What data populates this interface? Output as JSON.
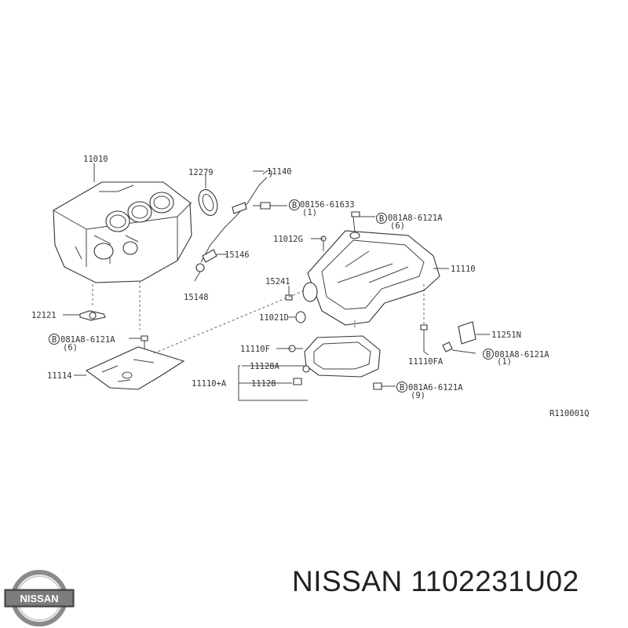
{
  "labels": {
    "block": "11010",
    "seal": "12279",
    "gauge": "11140",
    "bolt_a": "08156-61633",
    "bolt_a_qty": "(1)",
    "bolt_b": "081A8-6121A",
    "bolt_b_qty": "(6)",
    "plug_a": "11012G",
    "guide": "15146",
    "oring": "15148",
    "upper_pan": "11110",
    "gasket_part": "15241",
    "washer": "11021D",
    "mount": "12121",
    "bolt_c": "081A8-6121A",
    "bolt_c_qty": "(6)",
    "bolt_d": "11110F",
    "cover": "11114",
    "drain_a": "11128A",
    "lower_pan": "11110+A",
    "drain_plug": "11128",
    "bolt_e": "11110FA",
    "bolt_f": "081A8-6121A",
    "bolt_f_qty": "(1)",
    "strainer": "11251N",
    "bolt_g": "081A6-6121A",
    "bolt_g_qty": "(9)",
    "ref_code": "R110001Q"
  },
  "bolt_marker": "B",
  "brand_logo_text": "NISSAN",
  "caption": "NISSAN 1102231U02"
}
